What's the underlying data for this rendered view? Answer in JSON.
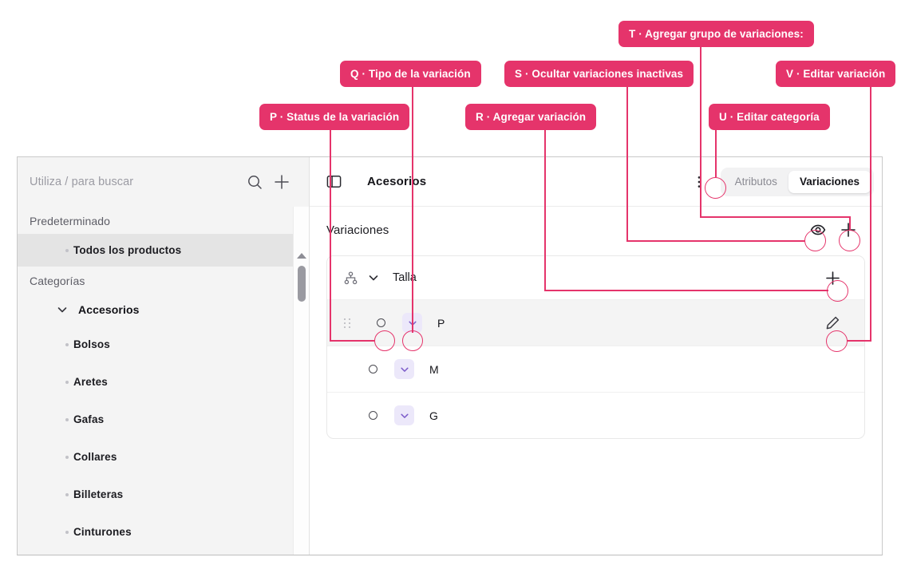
{
  "annotations": [
    {
      "key": "P",
      "sep": "·",
      "label": "Status de la variación",
      "text": "P · Status de la variación"
    },
    {
      "key": "Q",
      "sep": "·",
      "label": "Tipo de la variación",
      "text": "Q · Tipo de la variación"
    },
    {
      "key": "R",
      "sep": "·",
      "label": "Agregar variación",
      "text": "R · Agregar variación"
    },
    {
      "key": "S",
      "sep": "·",
      "label": "Ocultar variaciones inactivas",
      "text": "S ·  Ocultar variaciones inactivas"
    },
    {
      "key": "T",
      "sep": "·",
      "label": "Agregar grupo de variaciones:",
      "text": "T · Agregar grupo de variaciones:"
    },
    {
      "key": "U",
      "sep": "·",
      "label": "Editar categoría",
      "text": "U · Editar categoría"
    },
    {
      "key": "V",
      "sep": "·",
      "label": "Editar variación",
      "text": "V · Editar variación"
    }
  ],
  "colors": {
    "accent": "#E5346B",
    "sidebar_bg": "#F4F4F4",
    "row_highlight": "#F4F4F4",
    "chevron_badge_bg": "#ECE8FA",
    "chevron_glyph": "#7B5BC9",
    "tab_active_bg": "#FFFFFF",
    "tab_bar_bg": "#F2F2F3"
  },
  "sidebar": {
    "search": {
      "placeholder": "Utiliza / para buscar",
      "search_icon": "search-icon",
      "add_icon": "plus-icon"
    },
    "sections": [
      {
        "label": "Predeterminado",
        "items": [
          {
            "label": "Todos los productos",
            "selected": true
          }
        ]
      },
      {
        "label": "Categorías",
        "category": {
          "label": "Accesorios",
          "expanded": true,
          "chevron": "chevron-down-icon"
        },
        "items": [
          {
            "label": "Bolsos"
          },
          {
            "label": "Aretes"
          },
          {
            "label": "Gafas"
          },
          {
            "label": "Collares"
          },
          {
            "label": "Billeteras"
          },
          {
            "label": "Cinturones"
          }
        ]
      }
    ]
  },
  "main": {
    "header": {
      "panel_toggle_icon": "panel-toggle-icon",
      "title": "Acesorios",
      "kebab_icon": "kebab-menu-icon",
      "tabs": [
        {
          "label": "Atributos",
          "active": false
        },
        {
          "label": "Variaciones",
          "active": true
        }
      ]
    },
    "section": {
      "title": "Variaciones",
      "actions": [
        {
          "name": "hide-inactive-variations",
          "icon": "eye-icon"
        },
        {
          "name": "add-variation-group",
          "icon": "plus-icon"
        }
      ]
    },
    "variation_group": {
      "tree_icon": "hierarchy-icon",
      "chevron": "chevron-down-icon",
      "name": "Talla",
      "add_icon": "plus-icon",
      "rows": [
        {
          "label": "P",
          "status": "status-ring-icon",
          "chevron": "chevron-down-icon",
          "highlight": true,
          "grip": "drag-handle-icon",
          "edit_icon": "pencil-icon"
        },
        {
          "label": "M",
          "status": "status-ring-icon",
          "chevron": "chevron-down-icon",
          "highlight": false
        },
        {
          "label": "G",
          "status": "status-ring-icon",
          "chevron": "chevron-down-icon",
          "highlight": false
        }
      ]
    }
  }
}
